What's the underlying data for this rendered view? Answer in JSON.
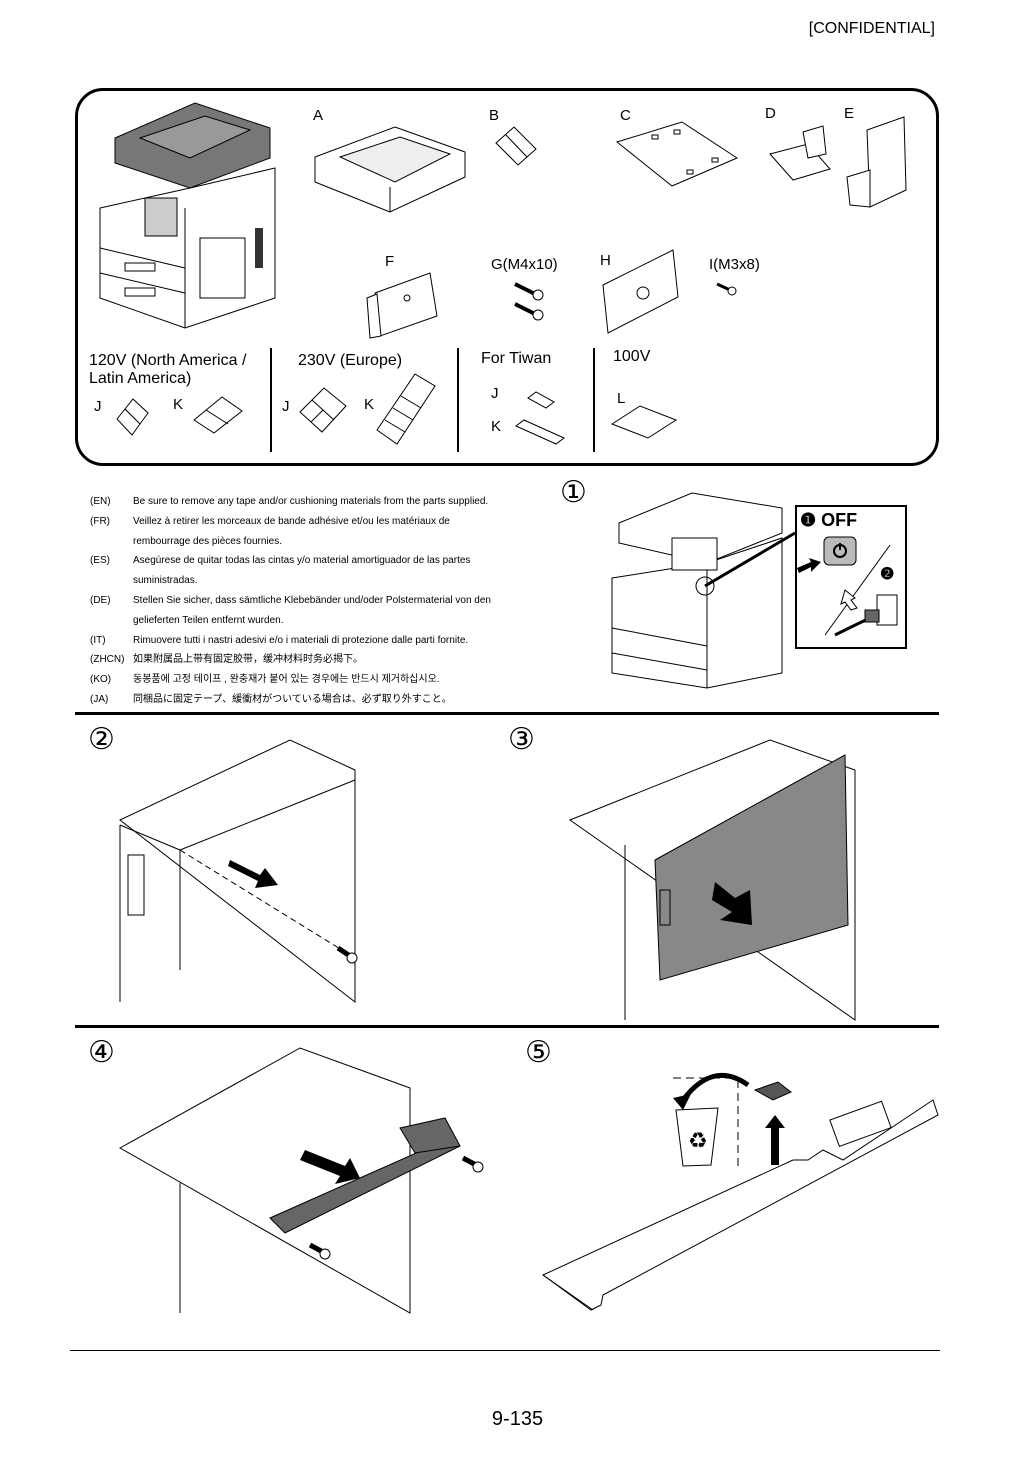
{
  "header": {
    "confidential": "[CONFIDENTIAL]"
  },
  "parts": {
    "A": "A",
    "B": "B",
    "C": "C",
    "D": "D",
    "E": "E",
    "F": "F",
    "G": "G(M4x10)",
    "H": "H",
    "I": "I(M3x8)"
  },
  "regions": {
    "na": {
      "title": "120V (North America / Latin America)",
      "j": "J",
      "k": "K"
    },
    "eu": {
      "title": "230V (Europe)",
      "j": "J",
      "k": "K"
    },
    "tw": {
      "title": "For Tiwan",
      "j": "J",
      "k": "K"
    },
    "jp": {
      "title": "100V",
      "l": "L"
    }
  },
  "notes": [
    {
      "lang": "(EN)",
      "text": "Be sure to remove any tape and/or cushioning materials from the parts supplied."
    },
    {
      "lang": "(FR)",
      "text": "Veillez à retirer les morceaux de bande adhésive et/ou les matériaux de",
      "cont": "rembourrage des pièces fournies."
    },
    {
      "lang": "(ES)",
      "text": "Asegúrese de quitar todas las cintas y/o material amortiguador de las partes",
      "cont": "suministradas."
    },
    {
      "lang": "(DE)",
      "text": "Stellen Sie sicher, dass sämtliche Klebebänder und/oder Polstermaterial von den",
      "cont": "gelieferten Teilen entfernt wurden."
    },
    {
      "lang": "(IT)",
      "text": "Rimuovere tutti i nastri adesivi e/o i materiali di protezione dalle parti fornite."
    },
    {
      "lang": "(ZHCN)",
      "text": "如果附属品上带有固定胶带，缓冲材料时务必揭下。"
    },
    {
      "lang": "(KO)",
      "text": "동봉품에 고정 테이프 , 완충재가 붙어 있는 경우에는 반드시 제거하십시오."
    },
    {
      "lang": "(JA)",
      "text": "同梱品に固定テープ、緩衝材がついている場合は、必ず取り外すこと。"
    }
  ],
  "steps": {
    "s1": "①",
    "s2": "②",
    "s3": "③",
    "s4": "④",
    "s5": "⑤"
  },
  "power": {
    "off_label": "OFF",
    "step1_marker": "❶",
    "step2_marker": "❷"
  },
  "footer": {
    "page_number": "9-135"
  }
}
